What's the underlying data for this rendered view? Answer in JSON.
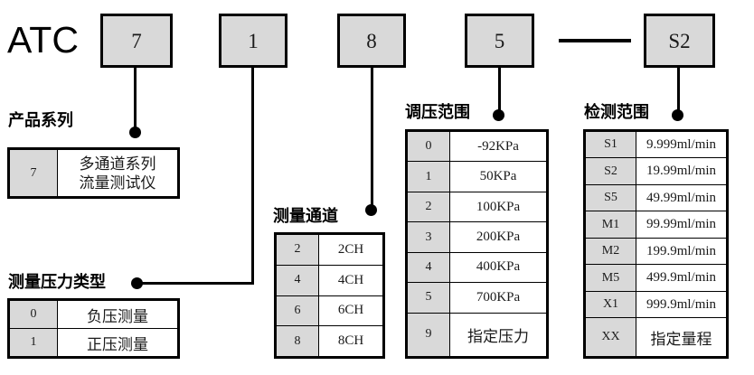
{
  "model": {
    "prefix": "ATC",
    "separator_dash": "—",
    "code_slots": [
      {
        "value": "7",
        "name": "product-series"
      },
      {
        "value": "1",
        "name": "pressure-type"
      },
      {
        "value": "8",
        "name": "measure-channel"
      },
      {
        "value": "5",
        "name": "pressure-range"
      },
      {
        "value": "S2",
        "name": "detection-range"
      }
    ]
  },
  "sections": {
    "product_series": {
      "heading": "产品系列",
      "columns": [
        "code",
        "description"
      ],
      "rows": [
        {
          "code": "7",
          "desc": "多通道系列\n流量测试仪"
        }
      ]
    },
    "pressure_type": {
      "heading": "测量压力类型",
      "columns": [
        "code",
        "description"
      ],
      "rows": [
        {
          "code": "0",
          "desc": "负压测量"
        },
        {
          "code": "1",
          "desc": "正压测量"
        }
      ]
    },
    "measure_channel": {
      "heading": "测量通道",
      "columns": [
        "code",
        "description"
      ],
      "rows": [
        {
          "code": "2",
          "desc": "2CH"
        },
        {
          "code": "4",
          "desc": "4CH"
        },
        {
          "code": "6",
          "desc": "6CH"
        },
        {
          "code": "8",
          "desc": "8CH"
        }
      ]
    },
    "pressure_range": {
      "heading": "调压范围",
      "columns": [
        "code",
        "description"
      ],
      "rows": [
        {
          "code": "0",
          "desc": "-92KPa"
        },
        {
          "code": "1",
          "desc": "50KPa"
        },
        {
          "code": "2",
          "desc": "100KPa"
        },
        {
          "code": "3",
          "desc": "200KPa"
        },
        {
          "code": "4",
          "desc": "400KPa"
        },
        {
          "code": "5",
          "desc": "700KPa"
        },
        {
          "code": "9",
          "desc": "指定压力"
        }
      ]
    },
    "detection_range": {
      "heading": "检测范围",
      "columns": [
        "code",
        "description"
      ],
      "rows": [
        {
          "code": "S1",
          "desc": "9.999ml/min"
        },
        {
          "code": "S2",
          "desc": "19.99ml/min"
        },
        {
          "code": "S5",
          "desc": "49.99ml/min"
        },
        {
          "code": "M1",
          "desc": "99.99ml/min"
        },
        {
          "code": "M2",
          "desc": "199.9ml/min"
        },
        {
          "code": "M5",
          "desc": "499.9ml/min"
        },
        {
          "code": "X1",
          "desc": "999.9ml/min"
        },
        {
          "code": "XX",
          "desc": "指定量程"
        }
      ]
    }
  },
  "colors": {
    "code_fill": "#d9d9d9",
    "line": "#000000",
    "background": "#ffffff",
    "text": "#1a1a1a"
  }
}
